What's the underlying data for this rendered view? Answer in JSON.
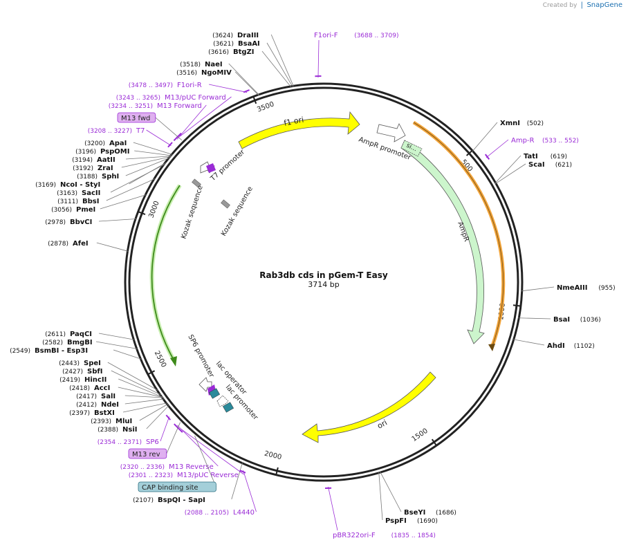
{
  "branding": {
    "created_by": "Created by",
    "brand_name": "SnapGene",
    "icon": "snapgene-logo-icon"
  },
  "plasmid": {
    "name": "Rab3db cds in pGem-T Easy",
    "size_label": "3714 bp",
    "length": 3714
  },
  "colors": {
    "backbone": "#222222",
    "enzyme_line": "#777777",
    "primer": "#9a2bd6",
    "f1ori": "#ffff00",
    "ori": "#ffff00",
    "ampr": "#ccf5cc",
    "lacz": "#9acc55",
    "promoter_arrow": "#ffffff",
    "amp_orange": "#f2a43a",
    "m13_fill": "#dfb0f0",
    "cap_fill": "#a4cfd9",
    "kozak": "#999999",
    "operator": "#2b8a9a"
  },
  "ticks": [
    {
      "pos": 500,
      "label": "500"
    },
    {
      "pos": 1000,
      "label": "1000"
    },
    {
      "pos": 1500,
      "label": "1500"
    },
    {
      "pos": 2000,
      "label": "2000"
    },
    {
      "pos": 2500,
      "label": "2500"
    },
    {
      "pos": 3000,
      "label": "3000"
    },
    {
      "pos": 3500,
      "label": "3500"
    }
  ],
  "enzymes_right": [
    {
      "pos": 502,
      "name": "XmnI",
      "coord": "(502)"
    },
    {
      "pos": 619,
      "name": "TatI",
      "coord": "(619)"
    },
    {
      "pos": 621,
      "name": "ScaI",
      "coord": "(621)"
    },
    {
      "pos": 955,
      "name": "NmeAIII",
      "coord": "(955)"
    },
    {
      "pos": 1036,
      "name": "BsaI",
      "coord": "(1036)"
    },
    {
      "pos": 1102,
      "name": "AhdI",
      "coord": "(1102)"
    },
    {
      "pos": 1686,
      "name": "BseYI",
      "coord": "(1686)"
    },
    {
      "pos": 1690,
      "name": "PspFI",
      "coord": "(1690)"
    }
  ],
  "enzymes_left": [
    {
      "pos": 3624,
      "name": "DraIII",
      "coord": "(3624)"
    },
    {
      "pos": 3621,
      "name": "BsaAI",
      "coord": "(3621)"
    },
    {
      "pos": 3616,
      "name": "BtgZI",
      "coord": "(3616)"
    },
    {
      "pos": 3518,
      "name": "NaeI",
      "coord": "(3518)"
    },
    {
      "pos": 3516,
      "name": "NgoMIV",
      "coord": "(3516)"
    },
    {
      "pos": 3200,
      "name": "ApaI",
      "coord": "(3200)"
    },
    {
      "pos": 3196,
      "name": "PspOMI",
      "coord": "(3196)"
    },
    {
      "pos": 3194,
      "name": "AatII",
      "coord": "(3194)"
    },
    {
      "pos": 3192,
      "name": "ZraI",
      "coord": "(3192)"
    },
    {
      "pos": 3188,
      "name": "SphI",
      "coord": "(3188)"
    },
    {
      "pos": 3169,
      "name": "NcoI   - StyI",
      "coord": "(3169)"
    },
    {
      "pos": 3163,
      "name": "SacII",
      "coord": "(3163)"
    },
    {
      "pos": 3111,
      "name": "BbsI",
      "coord": "(3111)"
    },
    {
      "pos": 3056,
      "name": "PmeI",
      "coord": "(3056)"
    },
    {
      "pos": 2978,
      "name": "BbvCI",
      "coord": "(2978)"
    },
    {
      "pos": 2878,
      "name": "AfeI",
      "coord": "(2878)"
    },
    {
      "pos": 2611,
      "name": "PaqCI",
      "coord": "(2611)"
    },
    {
      "pos": 2582,
      "name": "BmgBI",
      "coord": "(2582)"
    },
    {
      "pos": 2549,
      "name": "BsmBI   - Esp3I",
      "coord": "(2549)"
    },
    {
      "pos": 2443,
      "name": "SpeI",
      "coord": "(2443)"
    },
    {
      "pos": 2427,
      "name": "SbfI",
      "coord": "(2427)"
    },
    {
      "pos": 2419,
      "name": "HincII",
      "coord": "(2419)"
    },
    {
      "pos": 2418,
      "name": "AccI",
      "coord": "(2418)"
    },
    {
      "pos": 2417,
      "name": "SalI",
      "coord": "(2417)"
    },
    {
      "pos": 2412,
      "name": "NdeI",
      "coord": "(2412)"
    },
    {
      "pos": 2397,
      "name": "BstXI",
      "coord": "(2397)"
    },
    {
      "pos": 2393,
      "name": "MluI",
      "coord": "(2393)"
    },
    {
      "pos": 2388,
      "name": "NsiI",
      "coord": "(2388)"
    },
    {
      "pos": 2107,
      "name": "BspQI   - SapI",
      "coord": "(2107)"
    }
  ],
  "primers": [
    {
      "pos": 3698,
      "name": "F1ori-F",
      "coord": "(3688 .. 3709)"
    },
    {
      "pos": 542,
      "name": "Amp-R",
      "coord": "(533 .. 552)"
    },
    {
      "pos": 3487,
      "name": "F1ori-R",
      "coord": "(3478 .. 3497)"
    },
    {
      "pos": 3254,
      "name": "M13/pUC Forward",
      "coord": "(3243 .. 3265)"
    },
    {
      "pos": 3242,
      "name": "M13 Forward",
      "coord": "(3234 .. 3251)"
    },
    {
      "pos": 3217,
      "name": "T7",
      "coord": "(3208 .. 3227)"
    },
    {
      "pos": 2362,
      "name": "SP6",
      "coord": "(2354 .. 2371)"
    },
    {
      "pos": 2328,
      "name": "M13 Reverse",
      "coord": "(2320 .. 2336)"
    },
    {
      "pos": 2312,
      "name": "M13/pUC Reverse",
      "coord": "(2301 .. 2323)"
    },
    {
      "pos": 2096,
      "name": "L4440",
      "coord": "(2088 .. 2105)"
    },
    {
      "pos": 1844,
      "name": "pBR322ori-F",
      "coord": "(1835 .. 1854)"
    }
  ],
  "boxes": [
    {
      "name": "M13 fwd",
      "pos": 3250
    },
    {
      "name": "M13 rev",
      "pos": 2328
    },
    {
      "name": "CAP binding site",
      "pos": 2270
    }
  ],
  "features": [
    {
      "name": "f1 ori",
      "label": "f1 ori"
    },
    {
      "name": "AmpR promoter",
      "label": "AmpR promoter"
    },
    {
      "name": "AmpR",
      "label": "AmpR"
    },
    {
      "name": "ori",
      "label": "ori"
    },
    {
      "name": "T7 promoter",
      "label": "T7 promoter"
    },
    {
      "name": "Kozak sequence 1",
      "label": "Kozak sequence"
    },
    {
      "name": "Kozak sequence 2",
      "label": "Kozak sequence"
    },
    {
      "name": "SP6 promoter",
      "label": "SP6 promoter"
    },
    {
      "name": "lac operator",
      "label": "lac operator"
    },
    {
      "name": "lac promoter",
      "label": "lac promoter"
    },
    {
      "name": "signal peptide",
      "label": "si..."
    }
  ]
}
